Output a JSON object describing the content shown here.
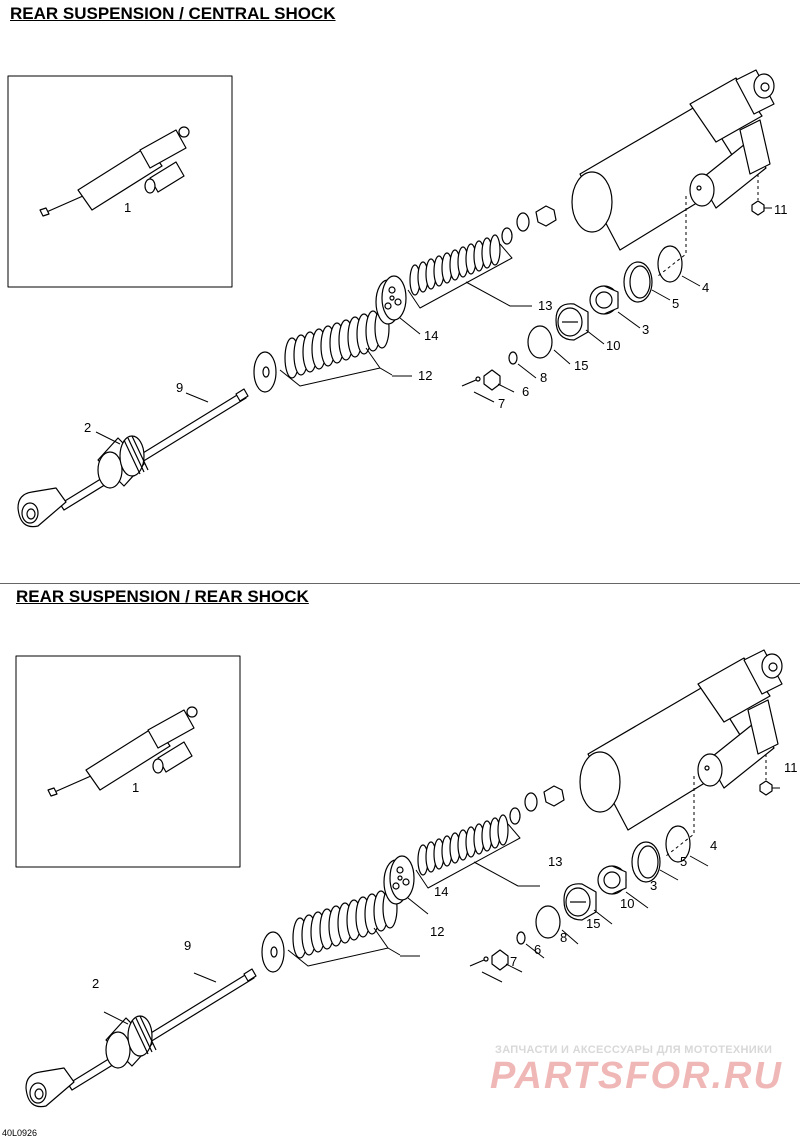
{
  "sections": [
    {
      "title": "REAR SUSPENSION / CENTRAL SHOCK",
      "labels": {
        "p1": "1",
        "p2": "2",
        "p3": "3",
        "p4": "4",
        "p5": "5",
        "p6": "6",
        "p7": "7",
        "p8": "8",
        "p9": "9",
        "p10": "10",
        "p11": "11",
        "p12": "12",
        "p13": "13",
        "p14": "14",
        "p15": "15"
      }
    },
    {
      "title": "REAR SUSPENSION / REAR SHOCK",
      "labels": {
        "p1": "1",
        "p2": "2",
        "p3": "3",
        "p4": "4",
        "p5": "5",
        "p6": "6",
        "p7": "7",
        "p8": "8",
        "p9": "9",
        "p10": "10",
        "p11": "11",
        "p12": "12",
        "p13": "13",
        "p14": "14",
        "p15": "15"
      }
    }
  ],
  "diagram_code": "40L0926",
  "watermark": {
    "subtitle": "ЗАПЧАСТИ И АКСЕССУАРЫ ДЛЯ МОТОТЕХНИКИ",
    "brand": "PARTSFOR.RU"
  }
}
